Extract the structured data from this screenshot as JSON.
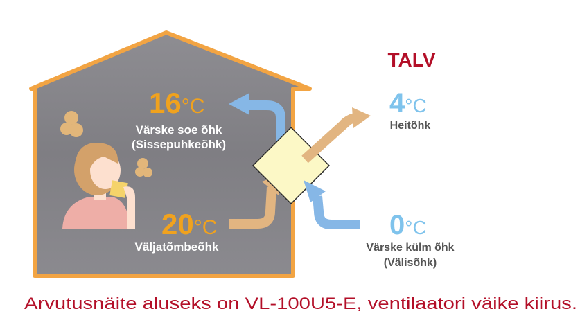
{
  "season": "TALV",
  "indoor": {
    "supply": {
      "temp": "16",
      "unit": "°C",
      "label": "Värske soe õhk",
      "sublabel": "(Sissepuhkeõhk)"
    },
    "extract": {
      "temp": "20",
      "unit": "°C",
      "label": "Väljatõmbeõhk"
    }
  },
  "outdoor": {
    "exhaust": {
      "temp": "4",
      "unit": "°C",
      "label": "Heitõhk"
    },
    "fresh": {
      "temp": "0",
      "unit": "°C",
      "label": "Värske külm õhk",
      "sublabel": "(Välisõhk)"
    }
  },
  "caption": "Arvutusnäite aluseks on VL-100U5-E, ventilaatori väike kiirus.",
  "colors": {
    "warm": "#f0a21e",
    "cold": "#7fc3ec",
    "accent": "#b30f28",
    "house_border": "#f2a443"
  }
}
